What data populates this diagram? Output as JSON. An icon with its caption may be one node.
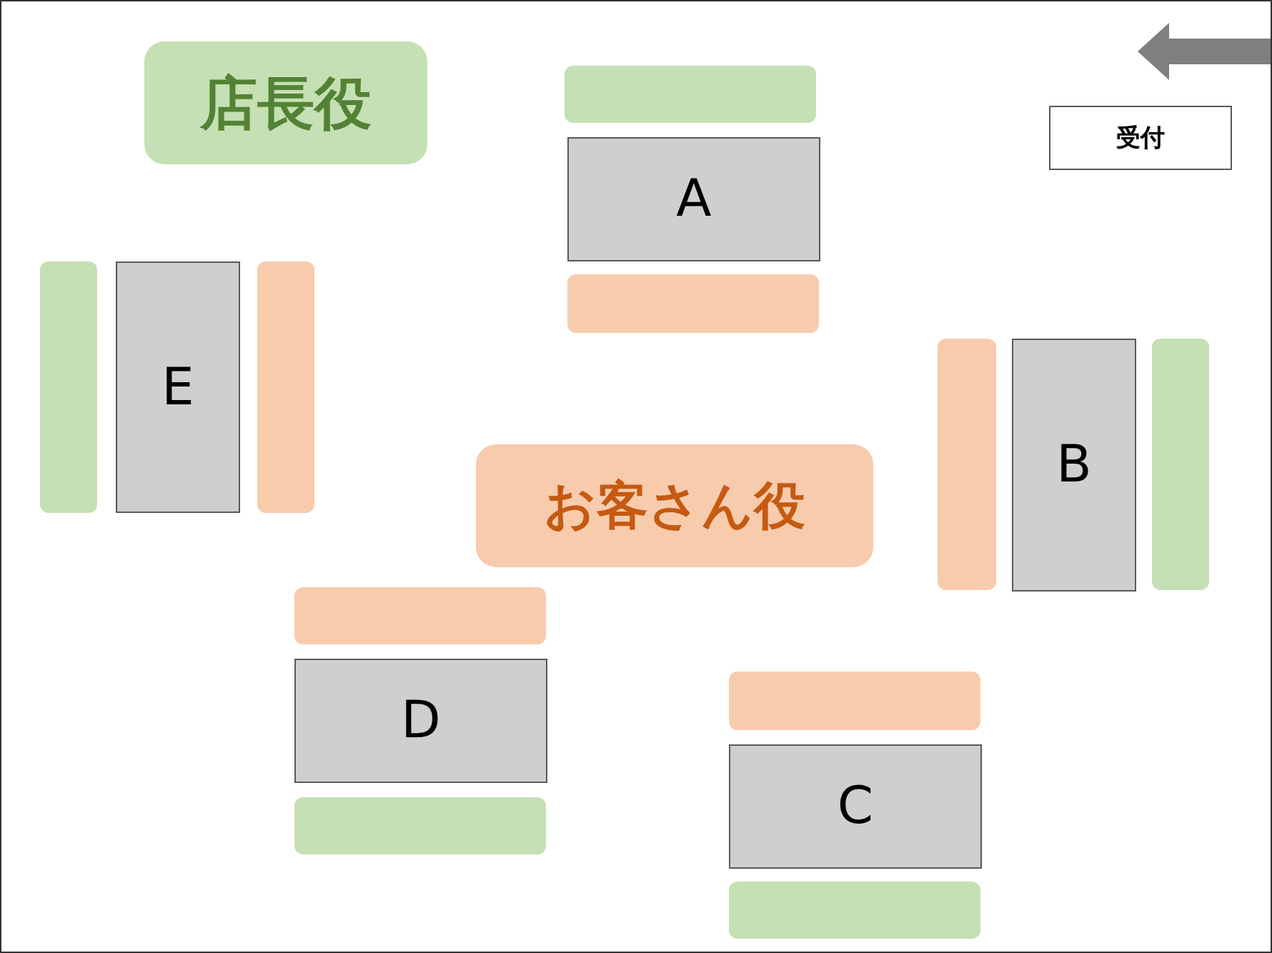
{
  "diagram": {
    "nodes": [
      {
        "text": [
          "店長役"
        ]
      },
      {
        "text": [],
        "shape": "bar"
      },
      {
        "text": [
          "受付"
        ]
      },
      {
        "text": [
          "A"
        ]
      },
      {
        "text": [],
        "shape": "bar"
      },
      {
        "text": [],
        "shape": "bar"
      },
      {
        "text": [
          "E"
        ]
      },
      {
        "text": [],
        "shape": "bar"
      },
      {
        "text": [],
        "shape": "bar"
      },
      {
        "text": [
          "B"
        ]
      },
      {
        "text": [],
        "shape": "bar"
      },
      {
        "text": [
          "お客さん役"
        ]
      },
      {
        "text": [],
        "shape": "bar"
      },
      {
        "text": [
          "D"
        ]
      },
      {
        "text": [],
        "shape": "bar"
      },
      {
        "text": [],
        "shape": "bar"
      },
      {
        "text": [
          "C"
        ]
      },
      {
        "text": [],
        "shape": "bar"
      }
    ],
    "edges": []
  }
}
